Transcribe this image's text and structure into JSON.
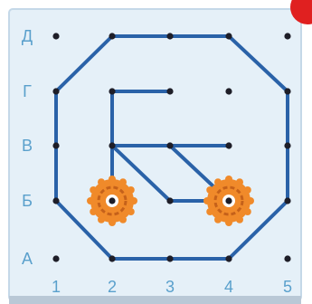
{
  "board": {
    "row_labels": [
      "Д",
      "Г",
      "В",
      "Б",
      "А"
    ],
    "column_labels": [
      "1",
      "2",
      "3",
      "4",
      "5"
    ]
  },
  "colors": {
    "board_background": "#e5f0f8",
    "board_border": "#c4d8e8",
    "shape_line": "#2a62a8",
    "peg": "#1e1e28",
    "axis_label": "#5aa0cc",
    "wheel": "#f08a2a",
    "wheel_dark": "#c5611a",
    "badge": "#e02020"
  },
  "icons": {
    "wheels": "gear-wheel-icon",
    "badge": "red-corner-badge-icon"
  }
}
